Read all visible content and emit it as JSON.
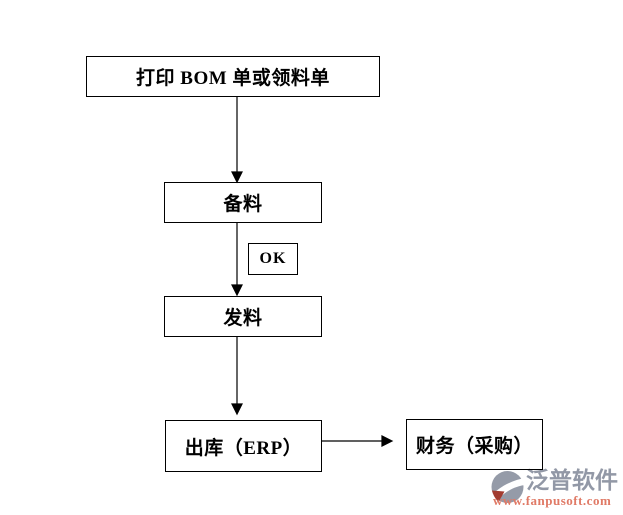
{
  "flowchart": {
    "title": "BOM picking / material issue flow",
    "line_color": "#000000",
    "nodes": [
      {
        "id": "print-bom",
        "label": "打印 BOM 单或领料单"
      },
      {
        "id": "prepare-material",
        "label": "备料"
      },
      {
        "id": "ok-flag",
        "label": "OK"
      },
      {
        "id": "issue-material",
        "label": "发料"
      },
      {
        "id": "stock-out-erp",
        "label": "出库（ERP）"
      },
      {
        "id": "finance-purchase",
        "label": "财务（采购）"
      }
    ]
  },
  "watermark": {
    "brand": "泛普软件",
    "url": "www.fanpusoft.com",
    "brand_color": "#9298a6",
    "url_color": "#e07a66",
    "icon_gray": "#959ba8",
    "icon_red": "#a23b30"
  }
}
